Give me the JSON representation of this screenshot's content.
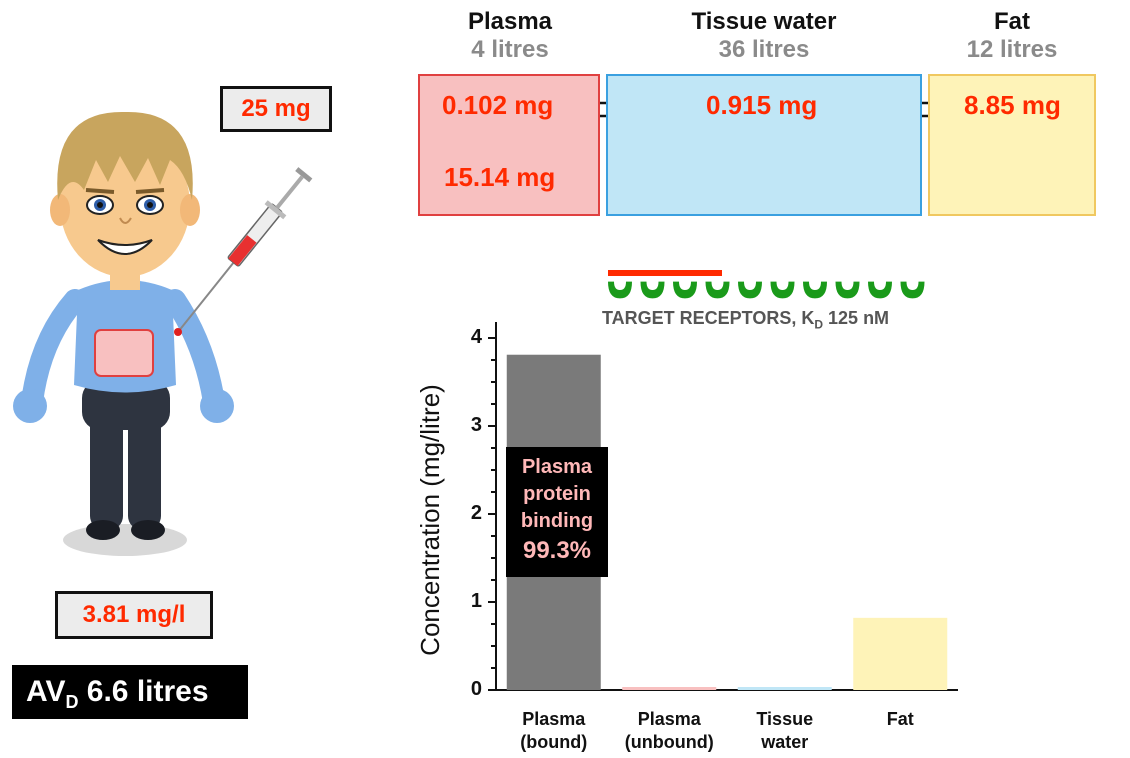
{
  "compartments": [
    {
      "name": "Plasma",
      "volume": "4 litres"
    },
    {
      "name": "Tissue water",
      "volume": "36 litres"
    },
    {
      "name": "Fat",
      "volume": "12 litres"
    }
  ],
  "amounts": {
    "plasma_unbound": "0.102 mg",
    "plasma_bound": "15.14 mg",
    "tissue_water": "0.915 mg",
    "fat": "8.85 mg"
  },
  "dose": "25 mg",
  "plasma_concentration": "3.81 mg/l",
  "avd": {
    "main": "AV",
    "sub": "D",
    "rest": " 6.6 litres"
  },
  "receptors": {
    "prefix": "TARGET RECEPTORS, K",
    "sub": "D",
    "suffix": " 125 nM",
    "count": 10,
    "occupied": 4
  },
  "binding_annotation": {
    "line1": "Plasma",
    "line2": "protein",
    "line3": "binding",
    "value": "99.3%"
  },
  "colors": {
    "plasma": "#f8c0c0",
    "plasma_border": "#e04040",
    "tissue": "#c0e6f6",
    "tissue_border": "#3aa0e0",
    "fat": "#fef3b8",
    "fat_border": "#f0c860",
    "bound_bar": "#7a7a7a",
    "value_red": "#ff2a00",
    "receptor_green": "#1a9a1a"
  },
  "chart_data": {
    "type": "bar",
    "categories": [
      "Plasma\n(bound)",
      "Plasma\n(unbound)",
      "Tissue\nwater",
      "Fat"
    ],
    "values": [
      3.81,
      0.026,
      0.025,
      0.82
    ],
    "colors": [
      "#7a7a7a",
      "#f8c0c0",
      "#c0e6f6",
      "#fef3b8"
    ],
    "ylabel": "Concentration (mg/litre)",
    "yticks": [
      0,
      1,
      2,
      3,
      4
    ],
    "ylim": [
      0,
      4.2
    ]
  }
}
